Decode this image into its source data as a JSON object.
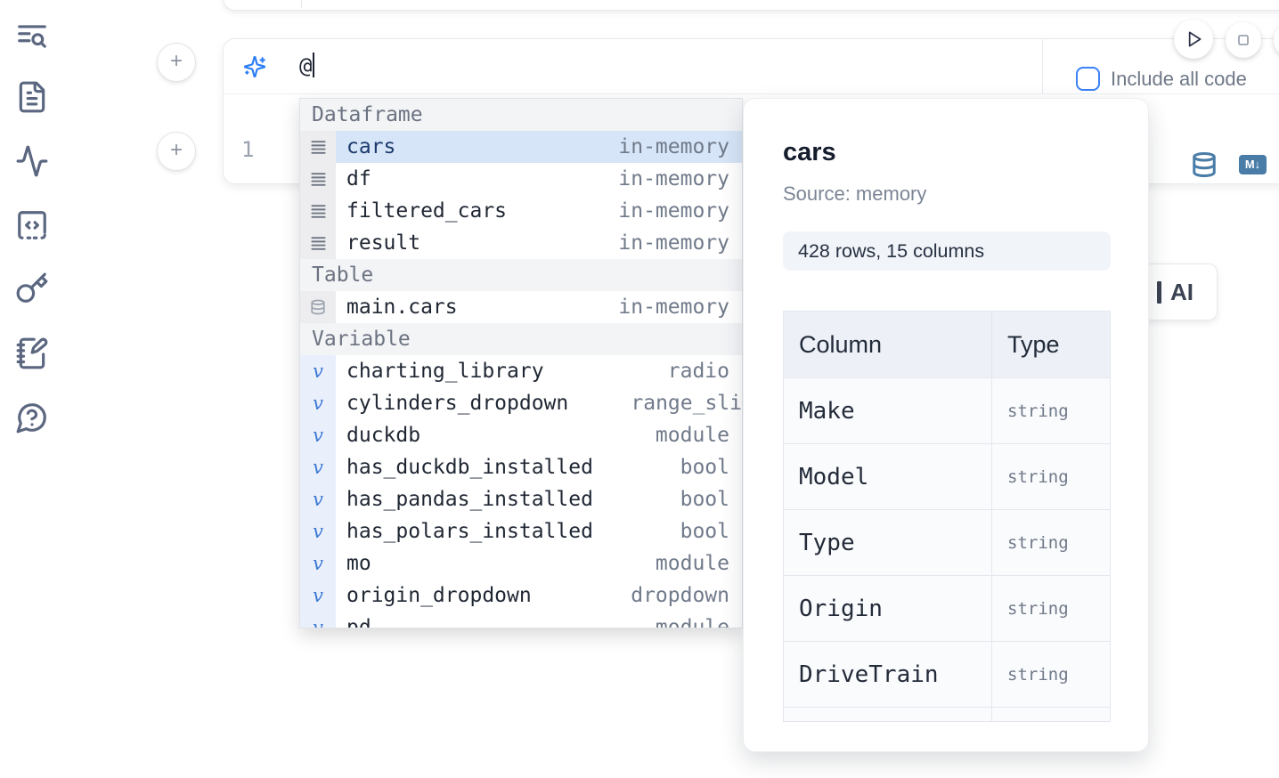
{
  "sidebar": {
    "items": [
      {
        "icon": "list-search-icon"
      },
      {
        "icon": "file-text-icon"
      },
      {
        "icon": "activity-icon"
      },
      {
        "icon": "code-square-icon"
      },
      {
        "icon": "key-icon"
      },
      {
        "icon": "notebook-pen-icon"
      },
      {
        "icon": "help-circle-icon"
      }
    ]
  },
  "cell": {
    "ai_prompt": {
      "value": "@"
    },
    "include_all_code": {
      "label": "Include all code",
      "checked": false
    },
    "line_number": "1",
    "md_badge": "M↓"
  },
  "autocomplete": {
    "sections": [
      {
        "label": "Dataframe",
        "items": [
          {
            "name": "cars",
            "type": "in-memory"
          },
          {
            "name": "df",
            "type": "in-memory"
          },
          {
            "name": "filtered_cars",
            "type": "in-memory"
          },
          {
            "name": "result",
            "type": "in-memory"
          }
        ]
      },
      {
        "label": "Table",
        "items": [
          {
            "name": "main.cars",
            "type": "in-memory"
          }
        ]
      },
      {
        "label": "Variable",
        "items": [
          {
            "name": "charting_library",
            "type": "radio"
          },
          {
            "name": "cylinders_dropdown",
            "type": "range_sli"
          },
          {
            "name": "duckdb",
            "type": "module"
          },
          {
            "name": "has_duckdb_installed",
            "type": "bool"
          },
          {
            "name": "has_pandas_installed",
            "type": "bool"
          },
          {
            "name": "has_polars_installed",
            "type": "bool"
          },
          {
            "name": "mo",
            "type": "module"
          },
          {
            "name": "origin_dropdown",
            "type": "dropdown"
          },
          {
            "name": "pd",
            "type": "module"
          }
        ]
      }
    ]
  },
  "preview": {
    "title": "cars",
    "source": "Source: memory",
    "summary": "428 rows, 15 columns",
    "table": {
      "headers": [
        "Column",
        "Type"
      ],
      "rows": [
        [
          "Make",
          "string"
        ],
        [
          "Model",
          "string"
        ],
        [
          "Type",
          "string"
        ],
        [
          "Origin",
          "string"
        ],
        [
          "DriveTrain",
          "string"
        ]
      ]
    }
  },
  "ai_button": {
    "visible_label": "AI"
  },
  "colors": {
    "accent_blue": "#3b82f6",
    "icon_steel_blue": "#4a7ca8",
    "selected_row_bg": "#d6e5f7",
    "sidebar_icon": "#5b6780"
  }
}
